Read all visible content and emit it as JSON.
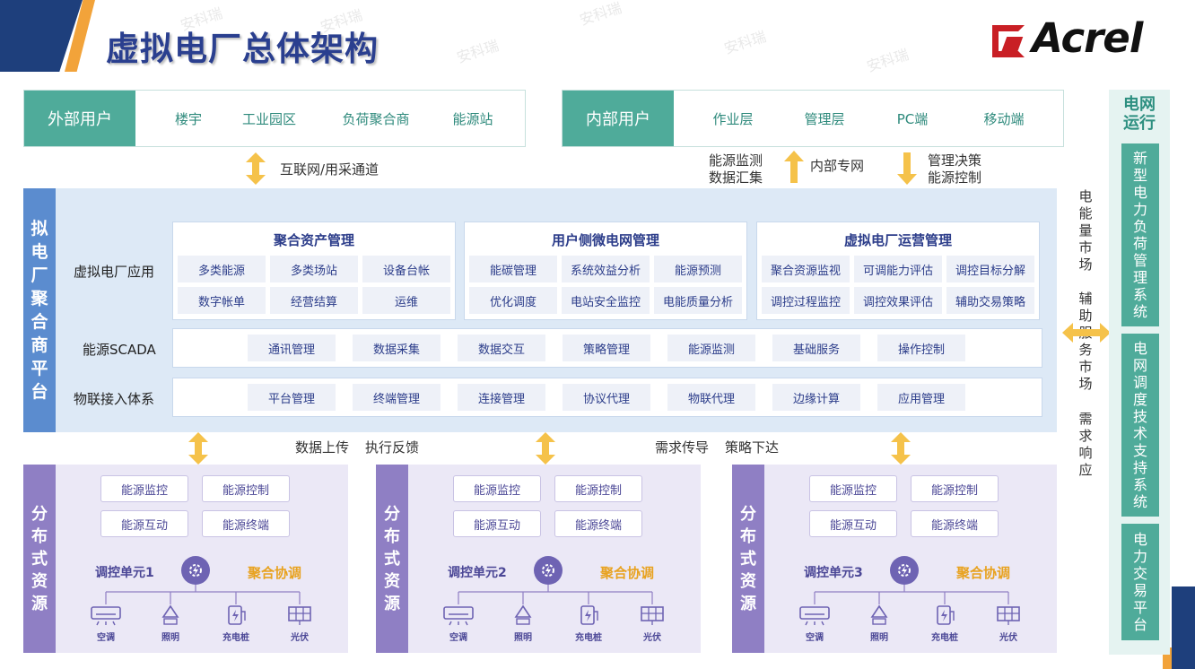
{
  "title": "虚拟电厂总体架构",
  "logo": {
    "text": "Acrel"
  },
  "watermark": "安科瑞",
  "external": {
    "head": "外部用户",
    "items": [
      "楼宇",
      "工业园区",
      "负荷聚合商",
      "能源站"
    ]
  },
  "internal": {
    "head": "内部用户",
    "items": [
      "作业层",
      "管理层",
      "PC端",
      "移动端"
    ]
  },
  "channels": {
    "internet": "互联网/用采通道",
    "monitor": "能源监测\n数据汇集",
    "private": "内部专网",
    "decision": "管理决策\n能源控制"
  },
  "platform": {
    "side": "拟\n电\n厂\n聚\n合\n商\n平\n台",
    "rows": [
      "虚拟电厂应用",
      "能源SCADA",
      "物联接入体系"
    ],
    "mgmt": [
      {
        "title": "聚合资产管理",
        "items": [
          "多类能源",
          "多类场站",
          "设备台帐",
          "数字帐单",
          "经营结算",
          "运维"
        ]
      },
      {
        "title": "用户侧微电网管理",
        "items": [
          "能碳管理",
          "系统效益分析",
          "能源预测",
          "优化调度",
          "电站安全监控",
          "电能质量分析"
        ]
      },
      {
        "title": "虚拟电厂运营管理",
        "items": [
          "聚合资源监视",
          "可调能力评估",
          "调控目标分解",
          "调控过程监控",
          "调控效果评估",
          "辅助交易策略"
        ]
      }
    ],
    "scada": [
      "通讯管理",
      "数据采集",
      "数据交互",
      "策略管理",
      "能源监测",
      "基础服务",
      "操作控制"
    ],
    "iot": [
      "平台管理",
      "终端管理",
      "连接管理",
      "协议代理",
      "物联代理",
      "边缘计算",
      "应用管理"
    ]
  },
  "flows": {
    "upload": "数据上传",
    "feedback": "执行反馈",
    "demand": "需求传导",
    "strategy": "策略下达"
  },
  "resources": [
    {
      "side": "分\n布\n式\n资\n源",
      "items": [
        "能源监控",
        "能源控制",
        "能源互动",
        "能源终端"
      ],
      "unit": "调控单元1",
      "coord": "聚合协调"
    },
    {
      "side": "分\n布\n式\n资\n源",
      "items": [
        "能源监控",
        "能源控制",
        "能源互动",
        "能源终端"
      ],
      "unit": "调控单元2",
      "coord": "聚合协调"
    },
    {
      "side": "分\n布\n式\n资\n源",
      "items": [
        "能源监控",
        "能源控制",
        "能源互动",
        "能源终端"
      ],
      "unit": "调控单元3",
      "coord": "聚合协调"
    }
  ],
  "devices": [
    "空调",
    "照明",
    "充电桩",
    "光伏"
  ],
  "markets": [
    "电\n能\n量\n市\n场",
    "辅\n助\n服\n务\n市\n场",
    "需\n求\n响\n应"
  ],
  "grid": {
    "title": "电网\n运行",
    "items": [
      "新\n型\n电\n力\n负\n荷\n管\n理\n系\n统",
      "电\n网\n调\n度\n技\n术\n支\n持\n系\n统",
      "电\n力\n交\n易\n平\n台"
    ]
  },
  "colors": {
    "navy": "#1e3f7c",
    "orange": "#f2a33a",
    "teal": "#4fab9a",
    "blue": "#5b8ccf",
    "purple": "#8f7fc4",
    "gold": "#e8a21f",
    "logo_red": "#c91f25"
  }
}
